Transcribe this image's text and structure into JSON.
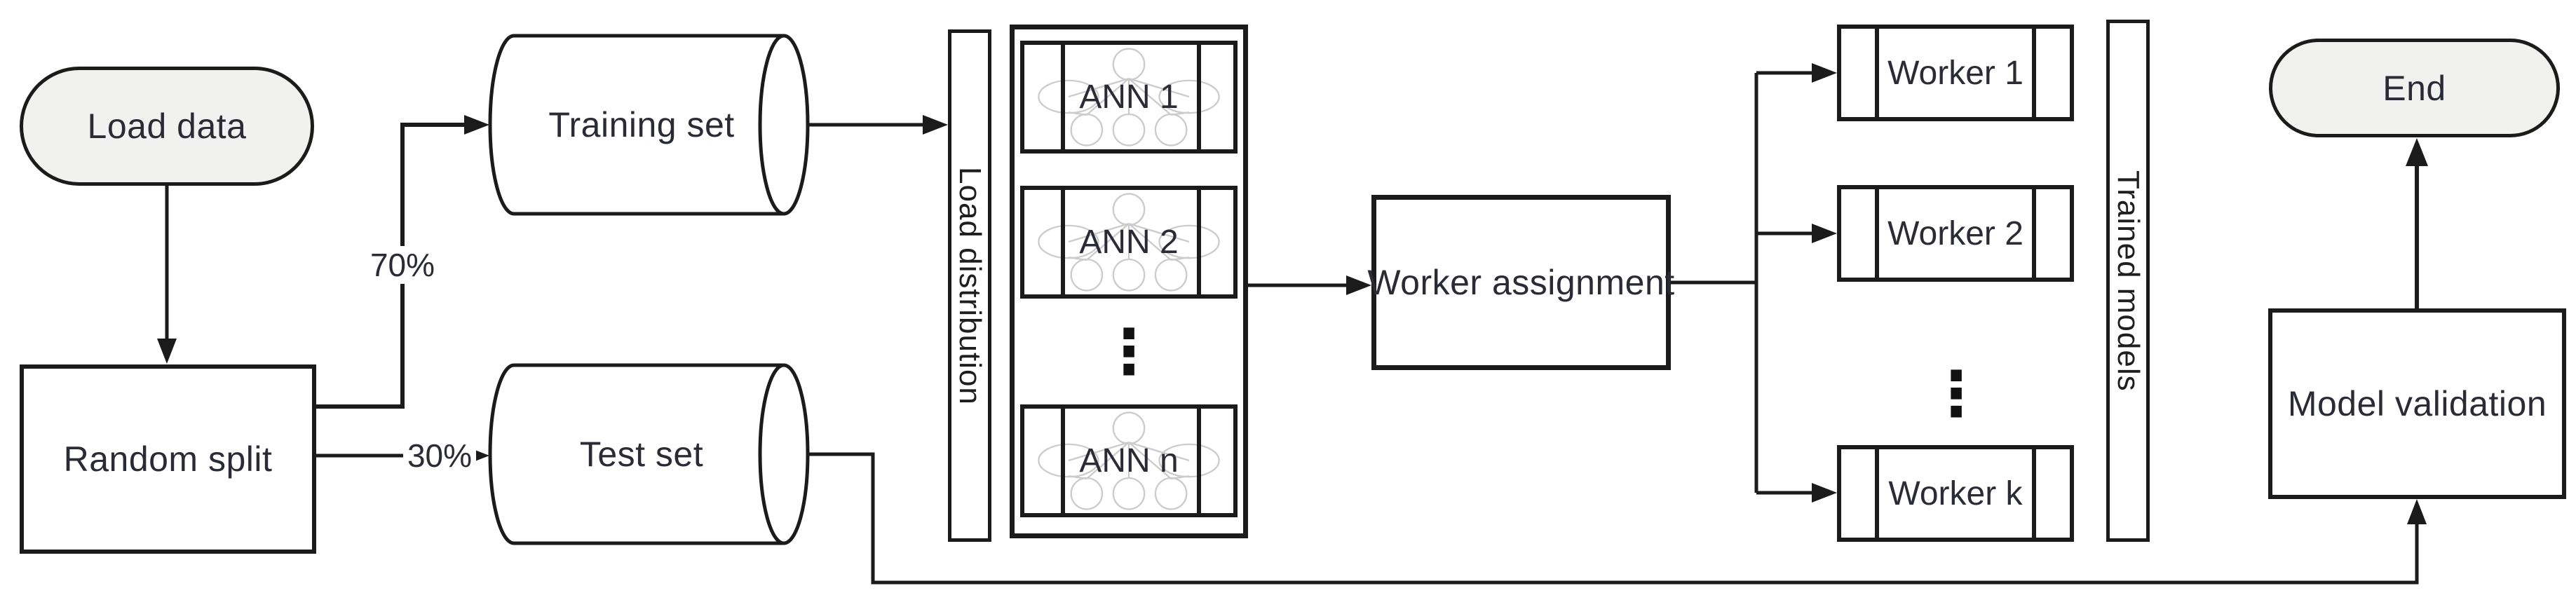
{
  "colors": {
    "line": "#1b1b1b",
    "text": "#2b2b36",
    "terminal_fill": "#f1f1ef",
    "node_fill": "#ffffff",
    "ann_net": "#cccccc"
  },
  "nodes": {
    "load_data": {
      "label": "Load data"
    },
    "random_split": {
      "label": "Random split"
    },
    "training_set": {
      "label": "Training set"
    },
    "test_set": {
      "label": "Test set"
    },
    "load_distribution": {
      "label": "Load distribution"
    },
    "worker_assignment": {
      "label": "Worker assignment"
    },
    "trained_models": {
      "label": "Trained models"
    },
    "model_validation": {
      "label": "Model validation"
    },
    "end": {
      "label": "End"
    }
  },
  "ann_column": {
    "items": [
      {
        "label": "ANN 1"
      },
      {
        "label": "ANN 2"
      },
      {
        "label": "ANN n"
      }
    ],
    "ellipsis": "⋮"
  },
  "worker_column": {
    "items": [
      {
        "label": "Worker 1"
      },
      {
        "label": "Worker 2"
      },
      {
        "label": "Worker k"
      }
    ],
    "ellipsis": "⋮"
  },
  "edges": {
    "split_train_label": "70%",
    "split_test_label": "30%"
  }
}
